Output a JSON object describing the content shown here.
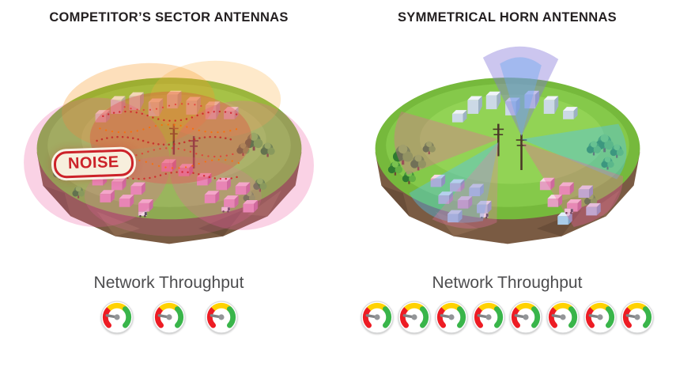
{
  "left_panel": {
    "title": "COMPETITOR’S SECTOR ANTENNAS",
    "noise_label": "NOISE",
    "throughput_label": "Network Throughput",
    "gauge_count": 3
  },
  "right_panel": {
    "title": "SYMMETRICAL HORN ANTENNAS",
    "throughput_label": "Network Throughput",
    "gauge_count": 8
  },
  "gauge": {
    "segment_colors": {
      "low": "#ed1c24",
      "mid": "#ffd200",
      "high": "#39b54a"
    },
    "needle_color": "#808285",
    "face_color": "#ffffff"
  },
  "palette": {
    "background": "#ffffff",
    "title_text": "#231f20",
    "throughput_text": "#4d4d4f",
    "noise_text": "#cc2229",
    "noise_badge_bg": "#f7efdd",
    "island_grass": "#85c94a",
    "island_soil": "#7a5b43",
    "noise_cloud_red": "#e23d3d",
    "sector_pink": "#ee5fa0",
    "sector_orange": "#f7941d",
    "beam_blue": "#4fc3f7",
    "beam_purple": "#8677d9"
  }
}
